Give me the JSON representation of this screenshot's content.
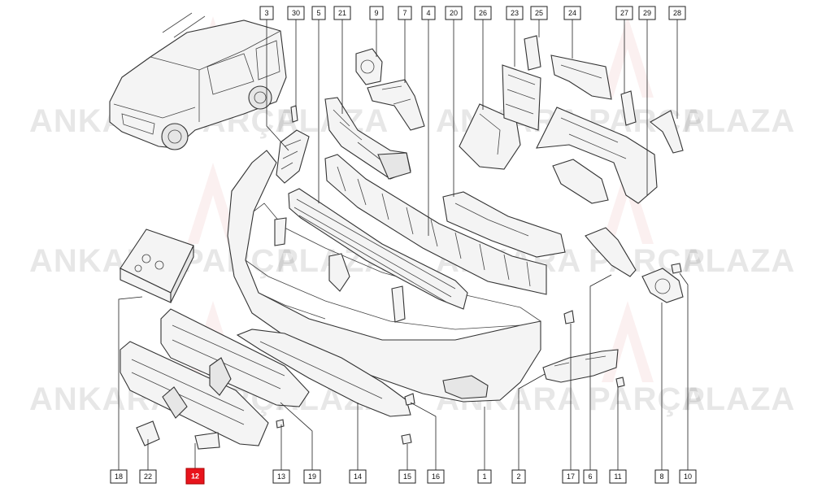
{
  "diagram": {
    "highlight_color": "#e8141c",
    "watermark": {
      "words": [
        "ANKARA",
        "PARÇA",
        "PLAZA"
      ],
      "logo_text": "AP"
    },
    "callouts": [
      {
        "id": "3",
        "label": "3"
      },
      {
        "id": "30",
        "label": "30"
      },
      {
        "id": "5",
        "label": "5"
      },
      {
        "id": "21",
        "label": "21"
      },
      {
        "id": "9",
        "label": "9"
      },
      {
        "id": "7",
        "label": "7"
      },
      {
        "id": "4",
        "label": "4"
      },
      {
        "id": "20",
        "label": "20"
      },
      {
        "id": "26",
        "label": "26"
      },
      {
        "id": "23",
        "label": "23"
      },
      {
        "id": "25",
        "label": "25"
      },
      {
        "id": "24",
        "label": "24"
      },
      {
        "id": "27",
        "label": "27"
      },
      {
        "id": "29",
        "label": "29"
      },
      {
        "id": "28",
        "label": "28"
      },
      {
        "id": "18",
        "label": "18"
      },
      {
        "id": "22",
        "label": "22"
      },
      {
        "id": "12",
        "label": "12",
        "highlighted": true
      },
      {
        "id": "13",
        "label": "13"
      },
      {
        "id": "19",
        "label": "19"
      },
      {
        "id": "14",
        "label": "14"
      },
      {
        "id": "15",
        "label": "15"
      },
      {
        "id": "16",
        "label": "16"
      },
      {
        "id": "1",
        "label": "1"
      },
      {
        "id": "2",
        "label": "2"
      },
      {
        "id": "17",
        "label": "17"
      },
      {
        "id": "6",
        "label": "6"
      },
      {
        "id": "11",
        "label": "11"
      },
      {
        "id": "8",
        "label": "8"
      },
      {
        "id": "10",
        "label": "10"
      }
    ]
  }
}
